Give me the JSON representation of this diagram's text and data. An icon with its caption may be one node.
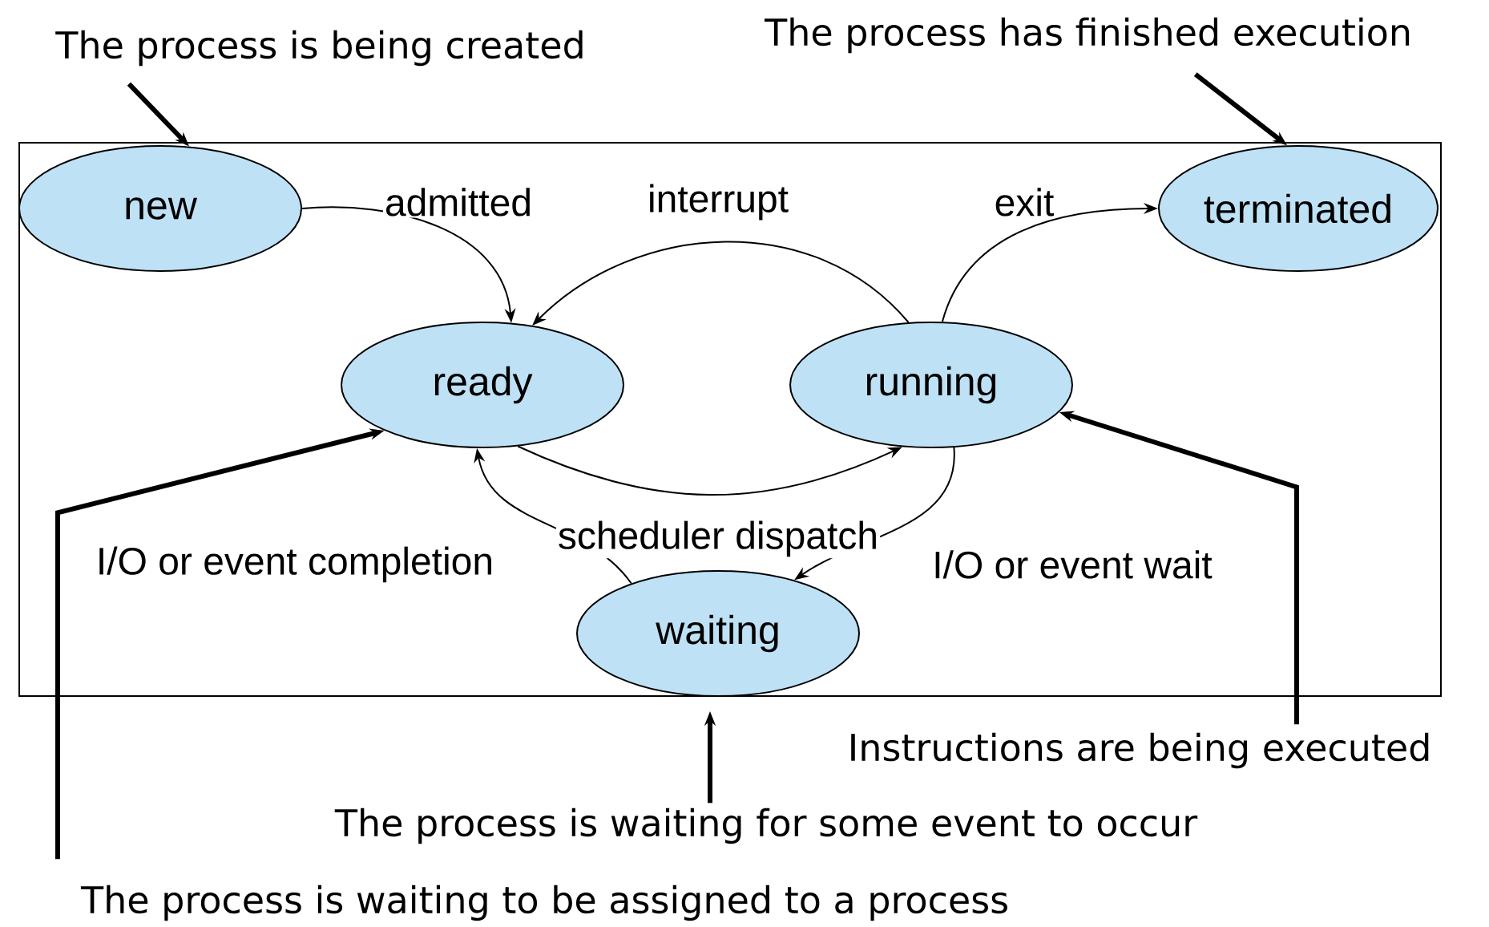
{
  "diagram": {
    "nodes": [
      {
        "text": [
          "new"
        ]
      },
      {
        "text": [
          "ready"
        ]
      },
      {
        "text": [
          "running"
        ]
      },
      {
        "text": [
          "waiting"
        ]
      },
      {
        "text": [
          "terminated"
        ]
      },
      {
        "text": [
          "The process is being created"
        ]
      },
      {
        "text": [
          "The process has finished execution"
        ]
      },
      {
        "text": [
          "Instructions are being executed"
        ]
      },
      {
        "text": [
          "The process is waiting for some event to occur"
        ]
      },
      {
        "text": [
          "The process is waiting to be assigned to a process"
        ]
      }
    ],
    "edges": [
      {
        "from": 0,
        "to": 1,
        "arrow": "to",
        "label": "admitted"
      },
      {
        "from": 2,
        "to": 1,
        "arrow": "to",
        "label": "interrupt"
      },
      {
        "from": 2,
        "to": 4,
        "arrow": "to",
        "label": "exit"
      },
      {
        "from": 1,
        "to": 2,
        "arrow": "to",
        "label": "scheduler dispatch"
      },
      {
        "from": 3,
        "to": 1,
        "arrow": "to",
        "label": "I/O or event completion"
      },
      {
        "from": 2,
        "to": 3,
        "arrow": "to",
        "label": "I/O or event wait"
      },
      {
        "from": 5,
        "to": 0,
        "arrow": "to",
        "style": "thick"
      },
      {
        "from": 6,
        "to": 4,
        "arrow": "to",
        "style": "thick"
      },
      {
        "from": 7,
        "to": 2,
        "arrow": "to",
        "style": "thick"
      },
      {
        "from": 8,
        "to": 3,
        "arrow": "to",
        "style": "thick"
      },
      {
        "from": 9,
        "to": 1,
        "arrow": "to",
        "style": "thick"
      }
    ]
  }
}
